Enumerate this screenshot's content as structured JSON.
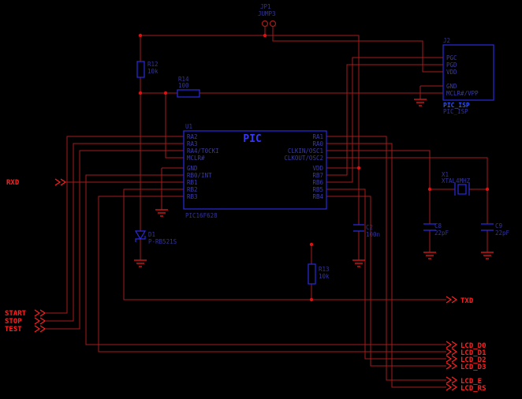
{
  "colors": {
    "background": "#000000",
    "wire": "#a51b1b",
    "net-label": "#ff2020",
    "junction": "#e01010",
    "ground": "#d01414",
    "symbol": "#2a2ae0",
    "pin-text": "#3b3ba6",
    "ref-text": "#34349c",
    "title-text": "#3535ff",
    "isp-name": "#2a50ff"
  },
  "mcu": {
    "ref": "U1",
    "name": "PIC",
    "value": "PIC16F628",
    "left_pins": [
      "RA2",
      "RA3",
      "RA4/T0CKI",
      "MCLR#",
      "GND",
      "RB0/INT",
      "RB1",
      "RB2",
      "RB3"
    ],
    "right_pins": [
      "RA1",
      "RA0",
      "CLKIN/OSC1",
      "CLKOUT/OSC2",
      "VDD",
      "RB7",
      "RB6",
      "RB5",
      "RB4"
    ]
  },
  "isp_header": {
    "ref": "J2",
    "pins": [
      "PGC",
      "PGD",
      "VDD",
      "GND",
      "MCLR#/VPP"
    ],
    "name": "PIC_ISP",
    "value": "PIC_ISP"
  },
  "jumper": {
    "ref": "JP1",
    "value": "JUMP3"
  },
  "r12": {
    "ref": "R12",
    "value": "10k"
  },
  "r13": {
    "ref": "R13",
    "value": "10k"
  },
  "r14": {
    "ref": "R14",
    "value": "100"
  },
  "c2": {
    "ref": "C2",
    "value": "100n"
  },
  "c8": {
    "ref": "C8",
    "value": "22pF"
  },
  "c9": {
    "ref": "C9",
    "value": "22pF"
  },
  "d1": {
    "ref": "D1",
    "value": "P-RB521S"
  },
  "x1": {
    "ref": "X1",
    "value": "XTAL4MHZ"
  },
  "ports": {
    "rxd": "RXD",
    "txd": "TXD",
    "start": "START",
    "stop": "STOP",
    "test": "TEST",
    "lcd_d0": "LCD_D0",
    "lcd_d1": "LCD_D1",
    "lcd_d2": "LCD_D2",
    "lcd_d3": "LCD_D3",
    "lcd_e": "LCD_E",
    "lcd_rs": "LCD_RS"
  }
}
